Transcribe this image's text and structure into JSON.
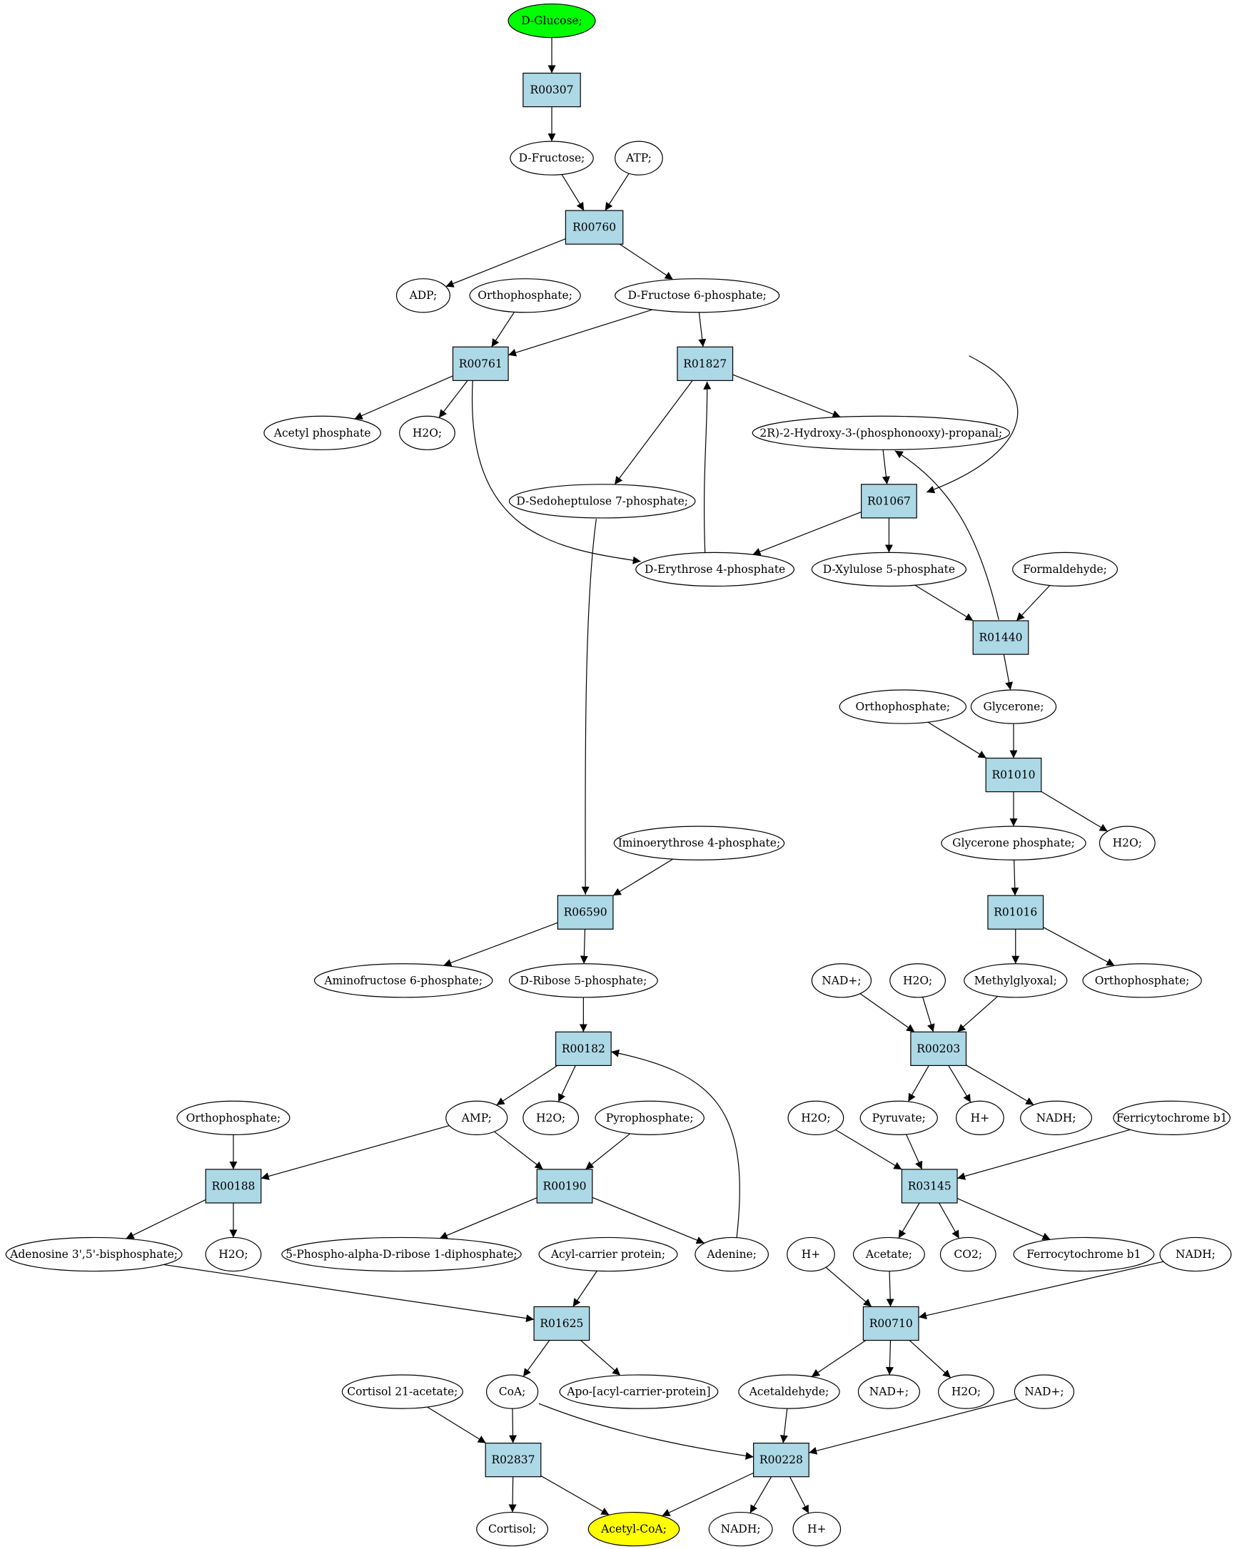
{
  "colors": {
    "start": "#00ff00",
    "end": "#ffff00",
    "reaction": "#add8e6",
    "compound": "#ffffff",
    "stroke": "#000000"
  },
  "nodes": [
    {
      "id": "n1",
      "label": "D-Glucose;",
      "kind": "start"
    },
    {
      "id": "r1",
      "label": "R00307",
      "kind": "reaction"
    },
    {
      "id": "n2",
      "label": "D-Fructose;",
      "kind": "compound"
    },
    {
      "id": "n3",
      "label": "ATP;",
      "kind": "compound"
    },
    {
      "id": "r2",
      "label": "R00760",
      "kind": "reaction"
    },
    {
      "id": "n4",
      "label": "ADP;",
      "kind": "compound"
    },
    {
      "id": "n5",
      "label": "Orthophosphate;",
      "kind": "compound"
    },
    {
      "id": "n6",
      "label": "D-Fructose 6-phosphate;",
      "kind": "compound"
    },
    {
      "id": "r3",
      "label": "R00761",
      "kind": "reaction"
    },
    {
      "id": "r4",
      "label": "R01827",
      "kind": "reaction"
    },
    {
      "id": "n7",
      "label": "Acetyl phosphate",
      "kind": "compound"
    },
    {
      "id": "n8",
      "label": "H2O;",
      "kind": "compound"
    },
    {
      "id": "n9",
      "label": "2R)-2-Hydroxy-3-(phosphonooxy)-propanal;",
      "kind": "compound"
    },
    {
      "id": "n10",
      "label": "D-Sedoheptulose 7-phosphate;",
      "kind": "compound"
    },
    {
      "id": "r5",
      "label": "R01067",
      "kind": "reaction"
    },
    {
      "id": "n11",
      "label": "D-Erythrose 4-phosphate",
      "kind": "compound"
    },
    {
      "id": "n12",
      "label": "D-Xylulose 5-phosphate",
      "kind": "compound"
    },
    {
      "id": "n13",
      "label": "Formaldehyde;",
      "kind": "compound"
    },
    {
      "id": "r6",
      "label": "R01440",
      "kind": "reaction"
    },
    {
      "id": "n14",
      "label": "Orthophosphate;",
      "kind": "compound"
    },
    {
      "id": "n15",
      "label": "Glycerone;",
      "kind": "compound"
    },
    {
      "id": "r7",
      "label": "R01010",
      "kind": "reaction"
    },
    {
      "id": "n16",
      "label": "Iminoerythrose 4-phosphate;",
      "kind": "compound"
    },
    {
      "id": "n17",
      "label": "Glycerone phosphate;",
      "kind": "compound"
    },
    {
      "id": "n18",
      "label": "H2O;",
      "kind": "compound"
    },
    {
      "id": "r8",
      "label": "R06590",
      "kind": "reaction"
    },
    {
      "id": "r9",
      "label": "R01016",
      "kind": "reaction"
    },
    {
      "id": "n19",
      "label": "Aminofructose 6-phosphate;",
      "kind": "compound"
    },
    {
      "id": "n20",
      "label": "D-Ribose 5-phosphate;",
      "kind": "compound"
    },
    {
      "id": "n21",
      "label": "NAD+;",
      "kind": "compound"
    },
    {
      "id": "n22",
      "label": "H2O;",
      "kind": "compound"
    },
    {
      "id": "n23",
      "label": "Methylglyoxal;",
      "kind": "compound"
    },
    {
      "id": "n24",
      "label": "Orthophosphate;",
      "kind": "compound"
    },
    {
      "id": "r10",
      "label": "R00182",
      "kind": "reaction"
    },
    {
      "id": "r11",
      "label": "R00203",
      "kind": "reaction"
    },
    {
      "id": "n25",
      "label": "Orthophosphate;",
      "kind": "compound"
    },
    {
      "id": "n26",
      "label": "AMP;",
      "kind": "compound"
    },
    {
      "id": "n27",
      "label": "H2O;",
      "kind": "compound"
    },
    {
      "id": "n28",
      "label": "Pyrophosphate;",
      "kind": "compound"
    },
    {
      "id": "n29",
      "label": "H2O;",
      "kind": "compound"
    },
    {
      "id": "n30",
      "label": "Pyruvate;",
      "kind": "compound"
    },
    {
      "id": "n31",
      "label": "H+",
      "kind": "compound"
    },
    {
      "id": "n32",
      "label": "NADH;",
      "kind": "compound"
    },
    {
      "id": "n33",
      "label": "Ferricytochrome b1",
      "kind": "compound"
    },
    {
      "id": "r12",
      "label": "R00188",
      "kind": "reaction"
    },
    {
      "id": "r13",
      "label": "R00190",
      "kind": "reaction"
    },
    {
      "id": "r14",
      "label": "R03145",
      "kind": "reaction"
    },
    {
      "id": "n34",
      "label": "Adenosine 3',5'-bisphosphate;",
      "kind": "compound"
    },
    {
      "id": "n35",
      "label": "H2O;",
      "kind": "compound"
    },
    {
      "id": "n36",
      "label": "5-Phospho-alpha-D-ribose 1-diphosphate;",
      "kind": "compound"
    },
    {
      "id": "n37",
      "label": "Acyl-carrier protein;",
      "kind": "compound"
    },
    {
      "id": "n38",
      "label": "Adenine;",
      "kind": "compound"
    },
    {
      "id": "n39",
      "label": "H+",
      "kind": "compound"
    },
    {
      "id": "n40",
      "label": "Acetate;",
      "kind": "compound"
    },
    {
      "id": "n41",
      "label": "CO2;",
      "kind": "compound"
    },
    {
      "id": "n42",
      "label": "Ferrocytochrome b1",
      "kind": "compound"
    },
    {
      "id": "n43",
      "label": "NADH;",
      "kind": "compound"
    },
    {
      "id": "r15",
      "label": "R01625",
      "kind": "reaction"
    },
    {
      "id": "r16",
      "label": "R00710",
      "kind": "reaction"
    },
    {
      "id": "n44",
      "label": "Cortisol 21-acetate;",
      "kind": "compound"
    },
    {
      "id": "n45",
      "label": "CoA;",
      "kind": "compound"
    },
    {
      "id": "n46",
      "label": "Apo-[acyl-carrier-protein]",
      "kind": "compound"
    },
    {
      "id": "n47",
      "label": "Acetaldehyde;",
      "kind": "compound"
    },
    {
      "id": "n48",
      "label": "NAD+;",
      "kind": "compound"
    },
    {
      "id": "n49",
      "label": "H2O;",
      "kind": "compound"
    },
    {
      "id": "n50",
      "label": "NAD+;",
      "kind": "compound"
    },
    {
      "id": "r17",
      "label": "R02837",
      "kind": "reaction"
    },
    {
      "id": "r18",
      "label": "R00228",
      "kind": "reaction"
    },
    {
      "id": "n51",
      "label": "Cortisol;",
      "kind": "compound"
    },
    {
      "id": "n52",
      "label": "Acetyl-CoA;",
      "kind": "end"
    },
    {
      "id": "n53",
      "label": "NADH;",
      "kind": "compound"
    },
    {
      "id": "n54",
      "label": "H+",
      "kind": "compound"
    }
  ],
  "edges": [
    [
      "n1",
      "r1"
    ],
    [
      "r1",
      "n2"
    ],
    [
      "n2",
      "r2"
    ],
    [
      "n3",
      "r2"
    ],
    [
      "r2",
      "n4"
    ],
    [
      "r2",
      "n6"
    ],
    [
      "n5",
      "r3"
    ],
    [
      "n6",
      "r3"
    ],
    [
      "n6",
      "r4"
    ],
    [
      "n6",
      "r5"
    ],
    [
      "r3",
      "n7"
    ],
    [
      "r3",
      "n8"
    ],
    [
      "r3",
      "n11"
    ],
    [
      "r4",
      "n9"
    ],
    [
      "r4",
      "n10"
    ],
    [
      "n11",
      "r4"
    ],
    [
      "n9",
      "r5"
    ],
    [
      "r5",
      "n11"
    ],
    [
      "r5",
      "n12"
    ],
    [
      "n12",
      "r6"
    ],
    [
      "n13",
      "r6"
    ],
    [
      "r6",
      "n9"
    ],
    [
      "r6",
      "n15"
    ],
    [
      "n14",
      "r7"
    ],
    [
      "n15",
      "r7"
    ],
    [
      "r7",
      "n17"
    ],
    [
      "r7",
      "n18"
    ],
    [
      "n10",
      "r8"
    ],
    [
      "n16",
      "r8"
    ],
    [
      "r8",
      "n19"
    ],
    [
      "r8",
      "n20"
    ],
    [
      "n17",
      "r9"
    ],
    [
      "r9",
      "n23"
    ],
    [
      "r9",
      "n24"
    ],
    [
      "n20",
      "r10"
    ],
    [
      "n38",
      "r10"
    ],
    [
      "r10",
      "n26"
    ],
    [
      "r10",
      "n27"
    ],
    [
      "n21",
      "r11"
    ],
    [
      "n22",
      "r11"
    ],
    [
      "n23",
      "r11"
    ],
    [
      "r11",
      "n30"
    ],
    [
      "r11",
      "n31"
    ],
    [
      "r11",
      "n32"
    ],
    [
      "n25",
      "r12"
    ],
    [
      "n26",
      "r12"
    ],
    [
      "r12",
      "n34"
    ],
    [
      "r12",
      "n35"
    ],
    [
      "n26",
      "r13"
    ],
    [
      "n28",
      "r13"
    ],
    [
      "r13",
      "n36"
    ],
    [
      "r13",
      "n38"
    ],
    [
      "n29",
      "r14"
    ],
    [
      "n30",
      "r14"
    ],
    [
      "n33",
      "r14"
    ],
    [
      "r14",
      "n40"
    ],
    [
      "r14",
      "n41"
    ],
    [
      "r14",
      "n42"
    ],
    [
      "n34",
      "r15"
    ],
    [
      "n37",
      "r15"
    ],
    [
      "r15",
      "n45"
    ],
    [
      "r15",
      "n46"
    ],
    [
      "n39",
      "r16"
    ],
    [
      "n40",
      "r16"
    ],
    [
      "n43",
      "r16"
    ],
    [
      "r16",
      "n47"
    ],
    [
      "r16",
      "n48"
    ],
    [
      "r16",
      "n49"
    ],
    [
      "n44",
      "r17"
    ],
    [
      "n45",
      "r17"
    ],
    [
      "r17",
      "n51"
    ],
    [
      "r17",
      "n52"
    ],
    [
      "n45",
      "r18"
    ],
    [
      "n47",
      "r18"
    ],
    [
      "n50",
      "r18"
    ],
    [
      "r18",
      "n52"
    ],
    [
      "r18",
      "n53"
    ],
    [
      "r18",
      "n54"
    ]
  ]
}
